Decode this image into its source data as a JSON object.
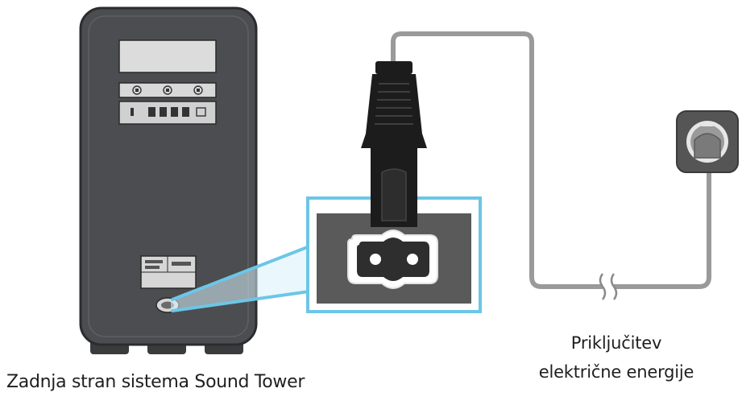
{
  "labels": {
    "back_panel": "Zadnja stran sistema Sound Tower",
    "power_line1": "Priključitev",
    "power_line2": "električne energije"
  },
  "colors": {
    "speaker_body": "#4b4d50",
    "speaker_edge": "#2b2c2e",
    "highlight_blue": "#6cc6e6",
    "cable_gray": "#9a9a9a",
    "plug_black": "#1c1c1c",
    "socket_panel": "#5a5a5a",
    "outlet_gray": "#555555"
  },
  "icons": {
    "speaker": "sound-tower-back-panel",
    "plug": "figure-8-power-plug",
    "socket": "figure-8-ac-inlet",
    "outlet": "wall-power-outlet",
    "cable_break": "cable-break-symbol"
  }
}
